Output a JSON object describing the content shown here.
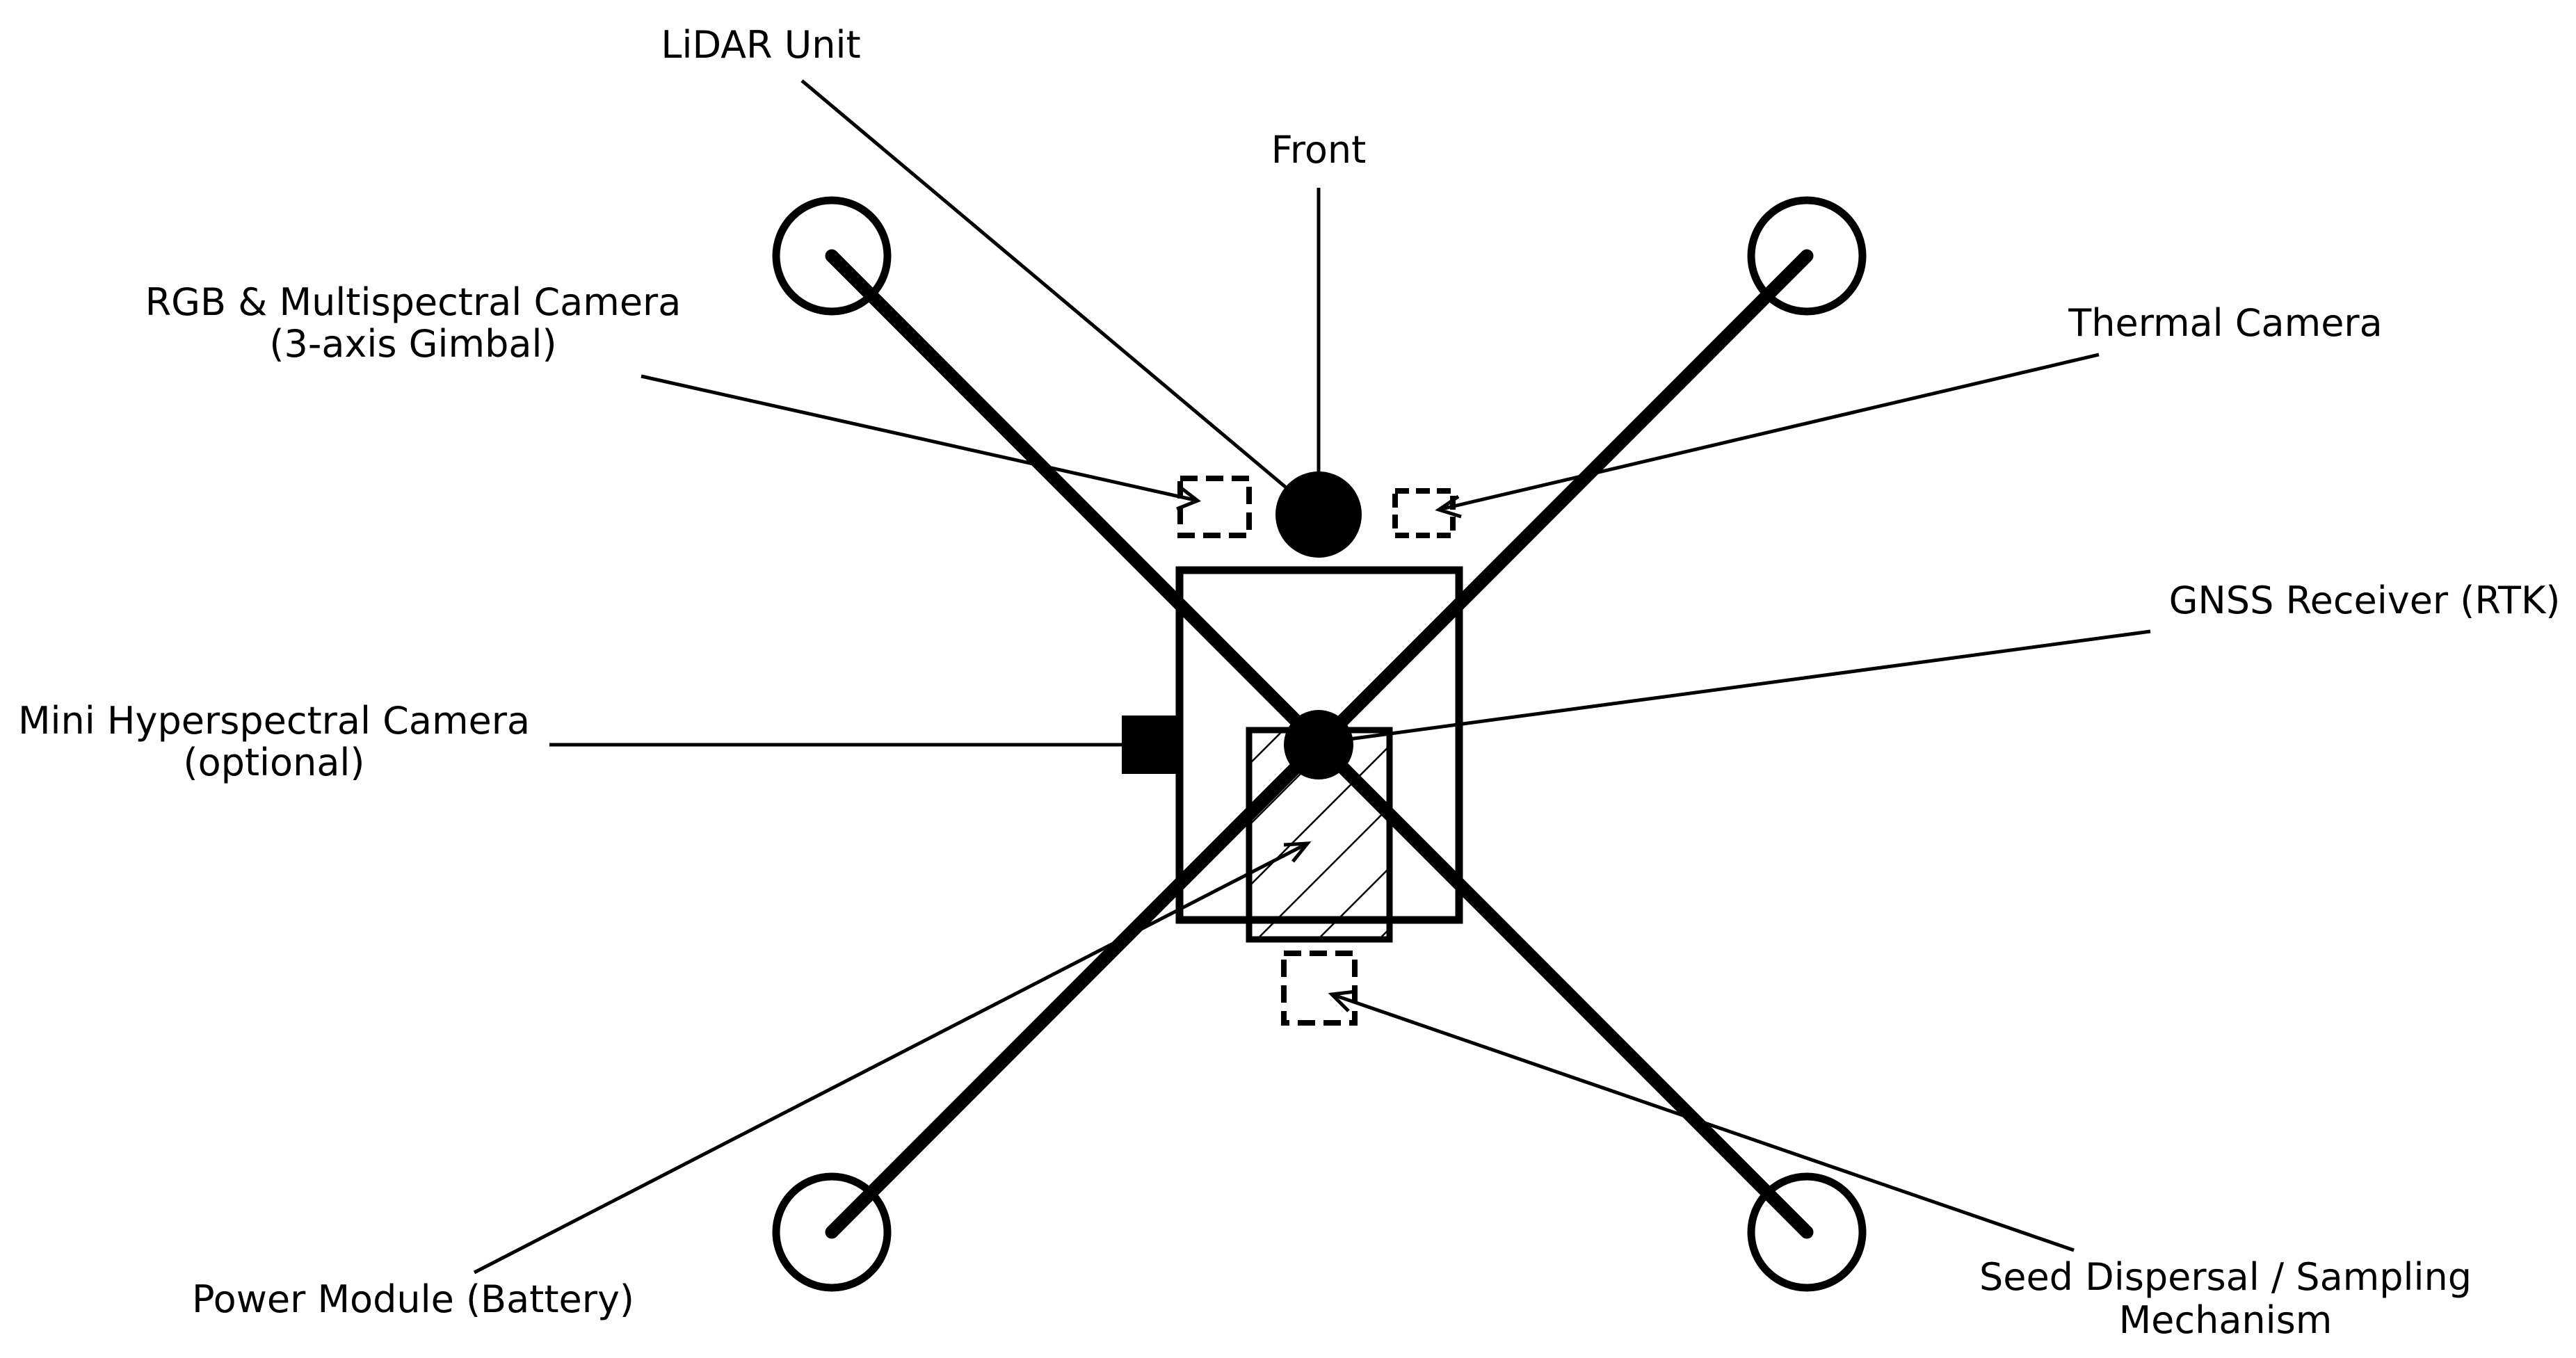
{
  "colors": {
    "ink": "#000000",
    "background": "#ffffff"
  },
  "labels": {
    "lidar": "LiDAR Unit",
    "front": "Front",
    "rgb_camera_line1": "RGB & Multispectral Camera",
    "rgb_camera_line2": "(3-axis Gimbal)",
    "thermal": "Thermal Camera",
    "gnss": "GNSS Receiver (RTK)",
    "hyperspectral_line1": "Mini Hyperspectral Camera",
    "hyperspectral_line2": "(optional)",
    "power": "Power Module (Battery)",
    "seed_line1": "Seed Dispersal / Sampling",
    "seed_line2": "Mechanism"
  }
}
